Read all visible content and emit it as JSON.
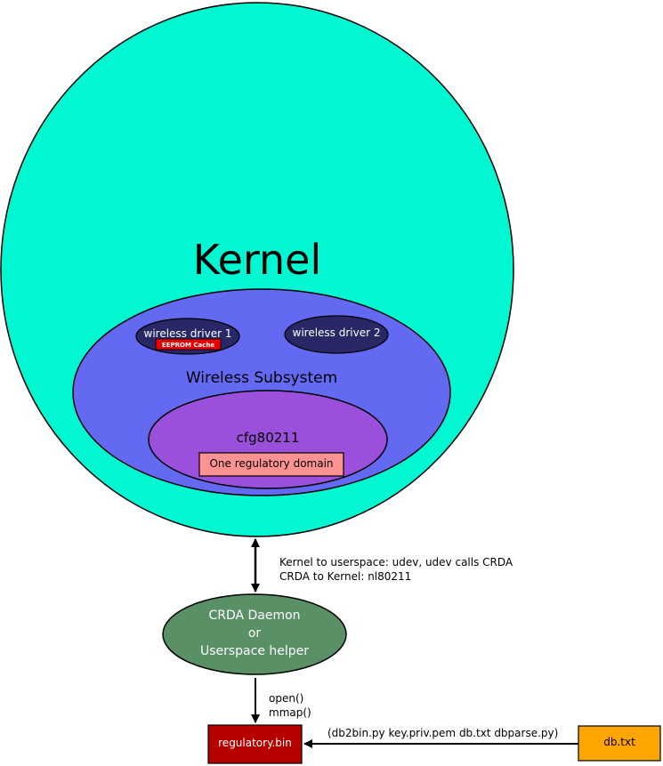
{
  "kernel": {
    "label": "Kernel",
    "fill": "#00f7d2"
  },
  "wireless_subsystem": {
    "label": "Wireless Subsystem",
    "fill": "#6469f2"
  },
  "drivers": [
    {
      "label": "wireless driver 1",
      "badge": "EEPROM Cache",
      "badge_fill": "#e70000",
      "fill": "#282866"
    },
    {
      "label": "wireless driver 2",
      "fill": "#282866"
    }
  ],
  "cfg80211": {
    "label": "cfg80211",
    "fill": "#9a50da",
    "box_label": "One regulatory domain",
    "box_fill": "#ff9393"
  },
  "kernel_link": {
    "line1": "Kernel to userspace: udev, udev calls CRDA",
    "line2": "CRDA to Kernel: nl80211"
  },
  "crda": {
    "line1": "CRDA Daemon",
    "line2": "or",
    "line3": "Userspace helper",
    "fill": "#5a9065"
  },
  "file_access": {
    "line1": "open()",
    "line2": "mmap()"
  },
  "regulatory_bin": {
    "label": "regulatory.bin",
    "fill": "#b60000"
  },
  "build_cmd": {
    "label": "(db2bin.py key.priv.pem db.txt dbparse.py)"
  },
  "db_txt": {
    "label": "db.txt",
    "fill": "#ffa500"
  }
}
